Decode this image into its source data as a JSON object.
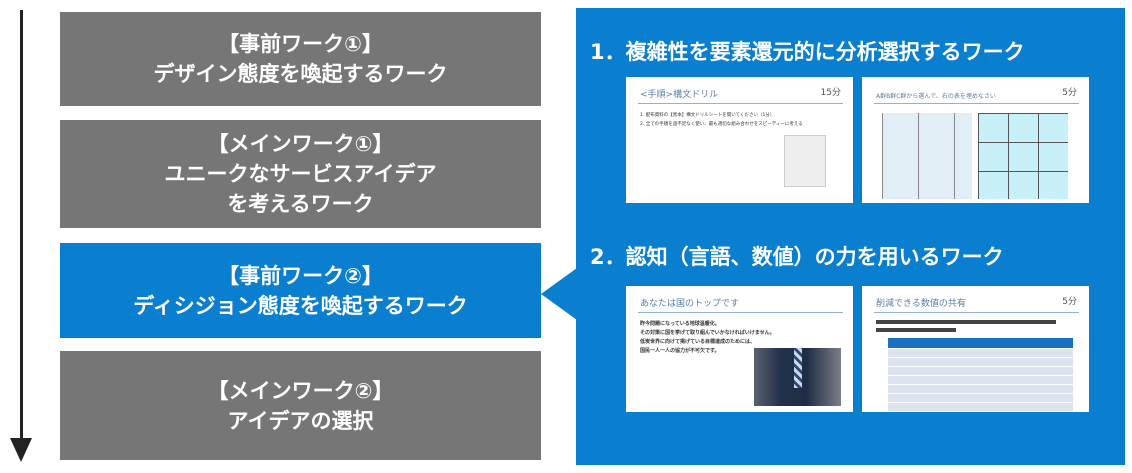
{
  "steps": [
    {
      "line1": "【事前ワーク①】",
      "line2": "デザイン態度を喚起するワーク"
    },
    {
      "line1": "【メインワーク①】",
      "line2": "ユニークなサービスアイデア",
      "line3": "を考えるワーク"
    },
    {
      "line1": "【事前ワーク②】",
      "line2": "ディシジョン態度を喚起するワーク"
    },
    {
      "line1": "【メインワーク②】",
      "line2": "アイデアの選択"
    }
  ],
  "panel": {
    "heading1": "1．複雑性を要素還元的に分析選択するワーク",
    "heading2": "2．認知（言語、数値）の力を用いるワーク",
    "thumbs": [
      {
        "title": "<手順>構文ドリル",
        "time": "15分",
        "lines": [
          "1. 配布資料の【黒本】構文ドリルシートを開いてください（1分）",
          "2. 全ての手順を過不足なく使い、最も適切な組み合わせをスピーディーに考える"
        ]
      },
      {
        "title": "A群B群C群から選んで、右の表を埋めなさい",
        "time": "5分"
      },
      {
        "title": "あなたは国のトップです",
        "time": "",
        "lines": [
          "昨今問題になっている地球温暖化。",
          "その対策に国を挙げて取り組んでいかなければいけません。",
          "低炭世界に向けて掲げている目標達成のためには、",
          "国民一人一人の協力が不可欠です。"
        ]
      },
      {
        "title": "削減できる数値の共有",
        "time": "5分"
      }
    ]
  },
  "colors": {
    "gray": "#767676",
    "blue": "#0a7fd0"
  }
}
